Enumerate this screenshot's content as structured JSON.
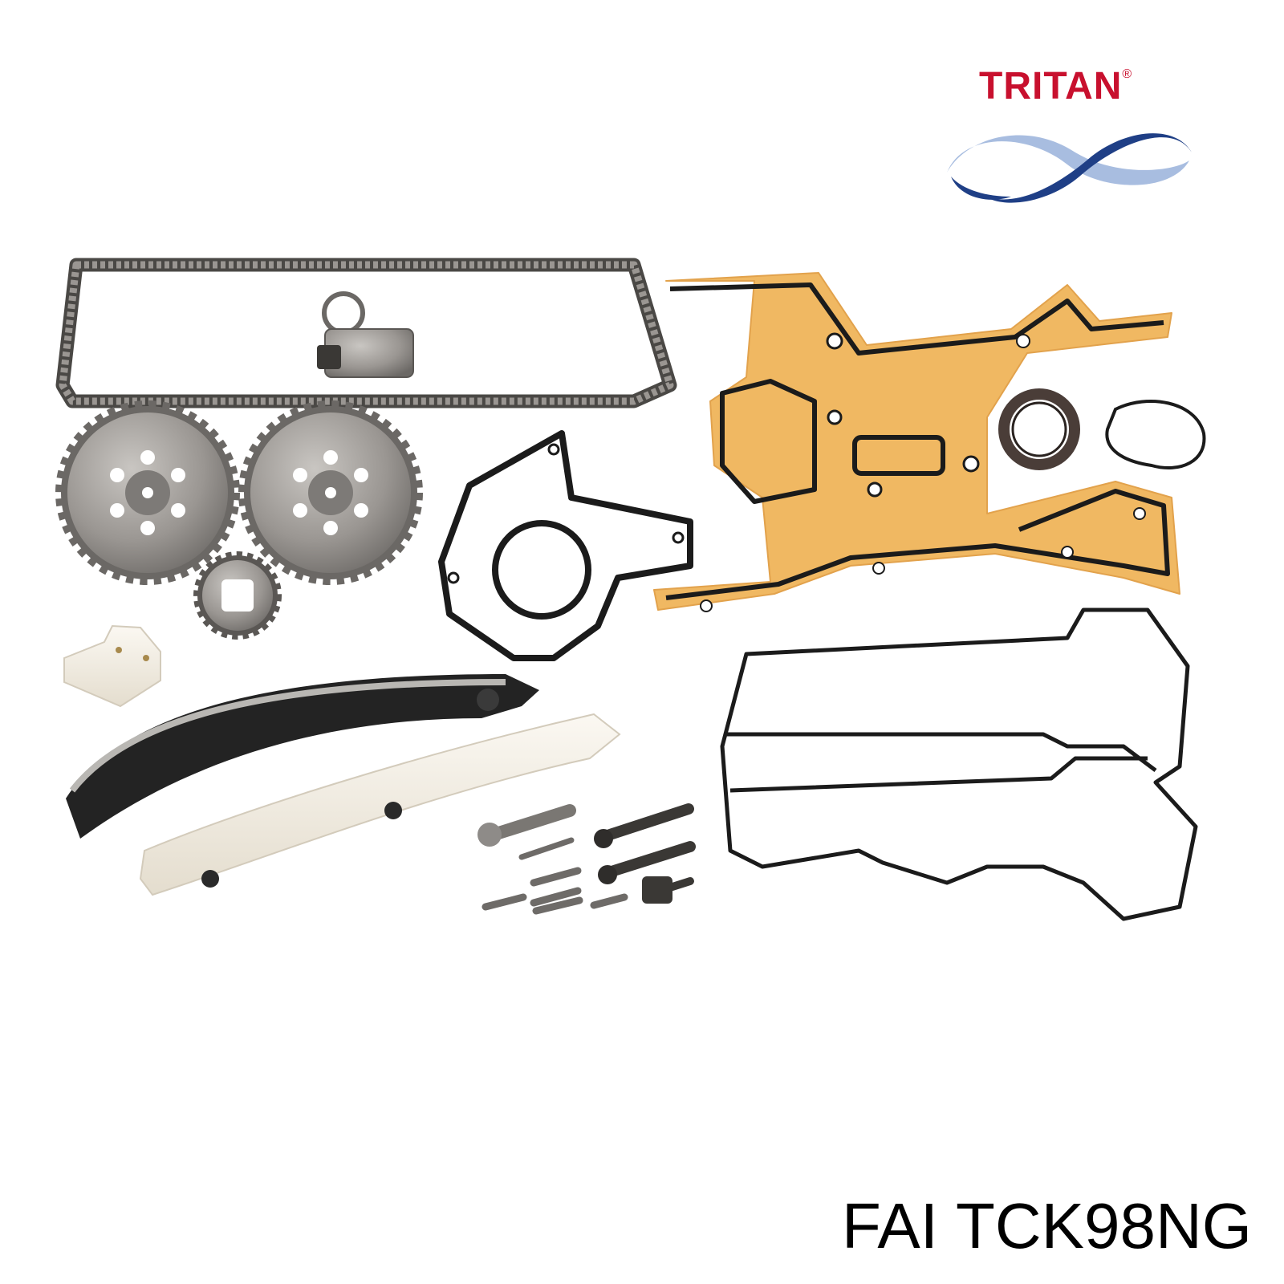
{
  "logo": {
    "brand": "TRITAN",
    "registered_mark": "®",
    "colors": {
      "text": "#c8102e",
      "swoosh_dark": "#1f3f86",
      "swoosh_light": "#a8bde0"
    }
  },
  "caption": {
    "manufacturer": "FAI",
    "part_number": "TCK98NG",
    "color": "#000000"
  },
  "product_colors": {
    "metal": "#8e8b88",
    "metal_dark": "#4a4845",
    "gasket_orange": "#f0b862",
    "gasket_black": "#1b1b1b",
    "plastic_white": "#f1ece1",
    "guide_black": "#232323"
  },
  "parts": [
    "timing-chain",
    "chain-tensioner",
    "camshaft-sprocket",
    "camshaft-sprocket",
    "crank-sprocket",
    "guide-block",
    "tensioner-rail",
    "guide-rail",
    "bolt-set",
    "water-pump-gasket",
    "timing-cover-gasket",
    "crank-seal",
    "o-ring",
    "valve-cover-gasket"
  ]
}
